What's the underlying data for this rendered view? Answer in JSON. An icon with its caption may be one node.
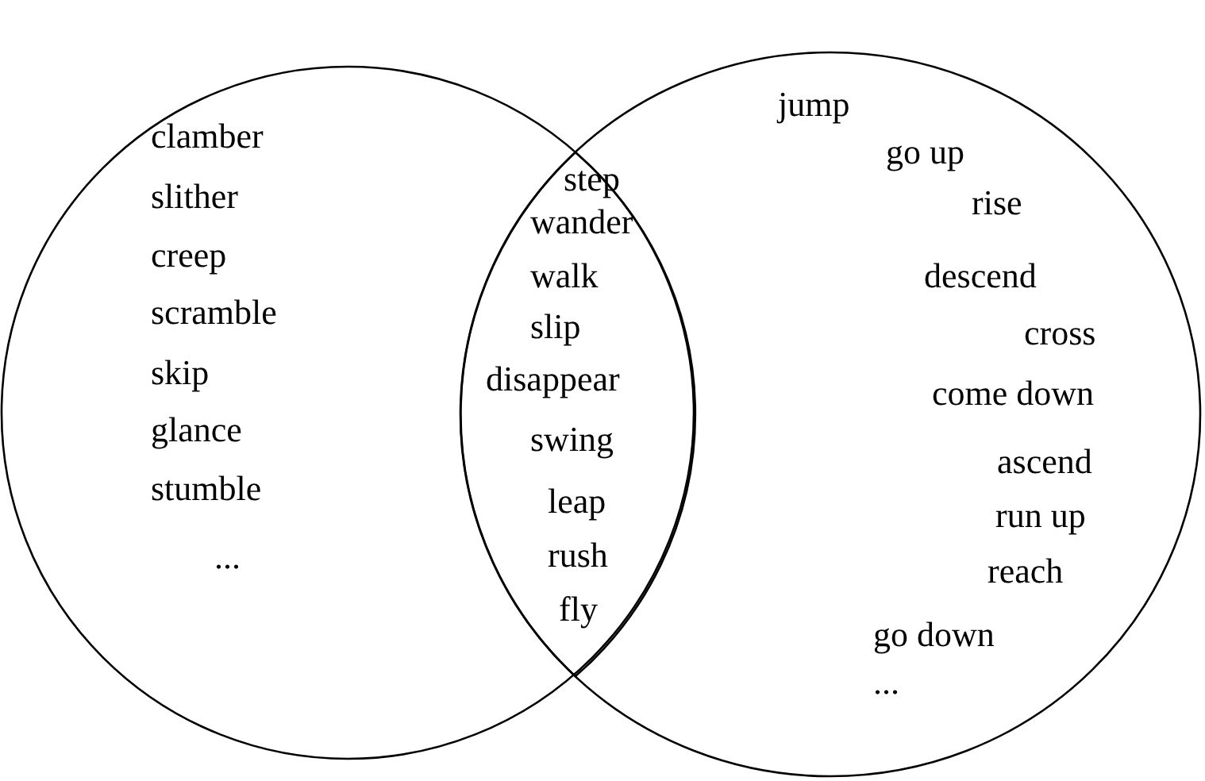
{
  "diagram": {
    "nodes": [
      {
        "text": [
          "clamber",
          "slither",
          "creep",
          "scramble",
          "skip",
          "glance",
          "stumble",
          "..."
        ]
      },
      {
        "text": [
          "step",
          "wander",
          "walk",
          "slip",
          "disappear",
          "swing",
          "leap",
          "rush",
          "fly"
        ]
      },
      {
        "text": [
          "jump",
          "go up",
          "rise",
          "descend",
          "cross",
          "come down",
          "ascend",
          "run up",
          "reach",
          "go down",
          "..."
        ]
      }
    ]
  }
}
